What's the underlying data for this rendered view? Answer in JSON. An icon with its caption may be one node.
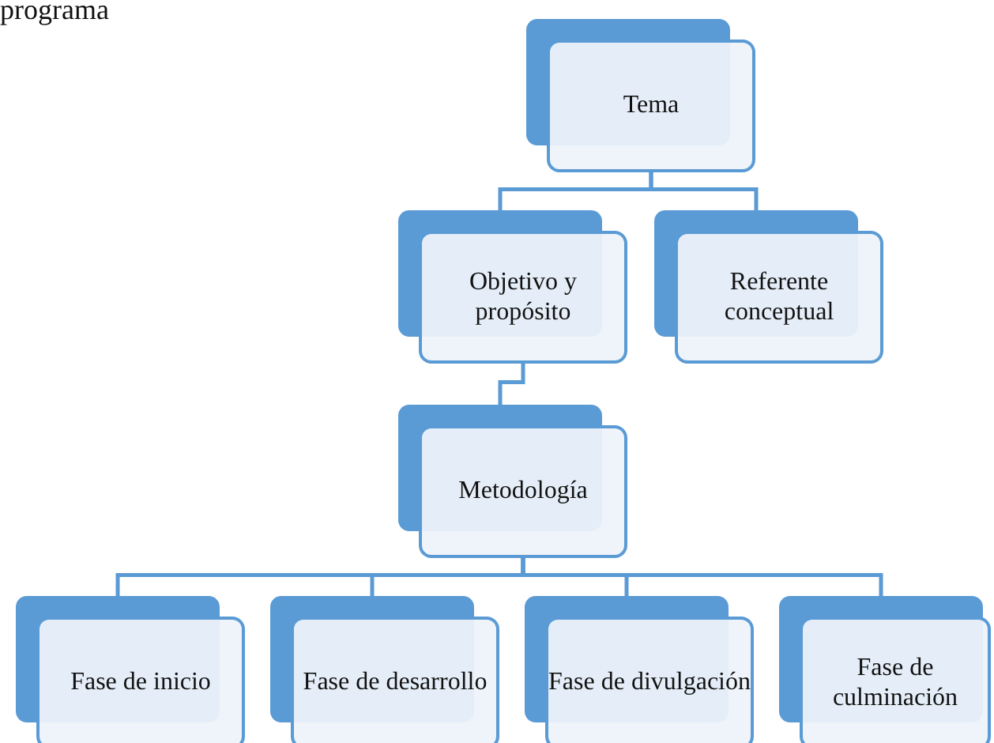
{
  "diagram": {
    "nodes": [
      {
        "text": [
          "Tema"
        ]
      },
      {
        "text": [
          "Objetivo y propósito"
        ]
      },
      {
        "text": [
          "Referente conceptual"
        ]
      },
      {
        "text": [
          "Metodología"
        ]
      },
      {
        "text": [
          "Fase de inicio"
        ]
      },
      {
        "text": [
          "Fase de desarrollo"
        ]
      },
      {
        "text": [
          "Fase de divulgación"
        ]
      },
      {
        "text": [
          "Fase de culminación"
        ]
      }
    ],
    "edges": [
      {
        "from": 0,
        "to": 1,
        "arrow": "none"
      },
      {
        "from": 0,
        "to": 2,
        "arrow": "none"
      },
      {
        "from": 1,
        "to": 3,
        "arrow": "none"
      },
      {
        "from": 3,
        "to": 4,
        "arrow": "none"
      },
      {
        "from": 3,
        "to": 5,
        "arrow": "none"
      },
      {
        "from": 3,
        "to": 6,
        "arrow": "none"
      },
      {
        "from": 3,
        "to": 7,
        "arrow": "none"
      }
    ],
    "labels": [
      "programa"
    ]
  }
}
